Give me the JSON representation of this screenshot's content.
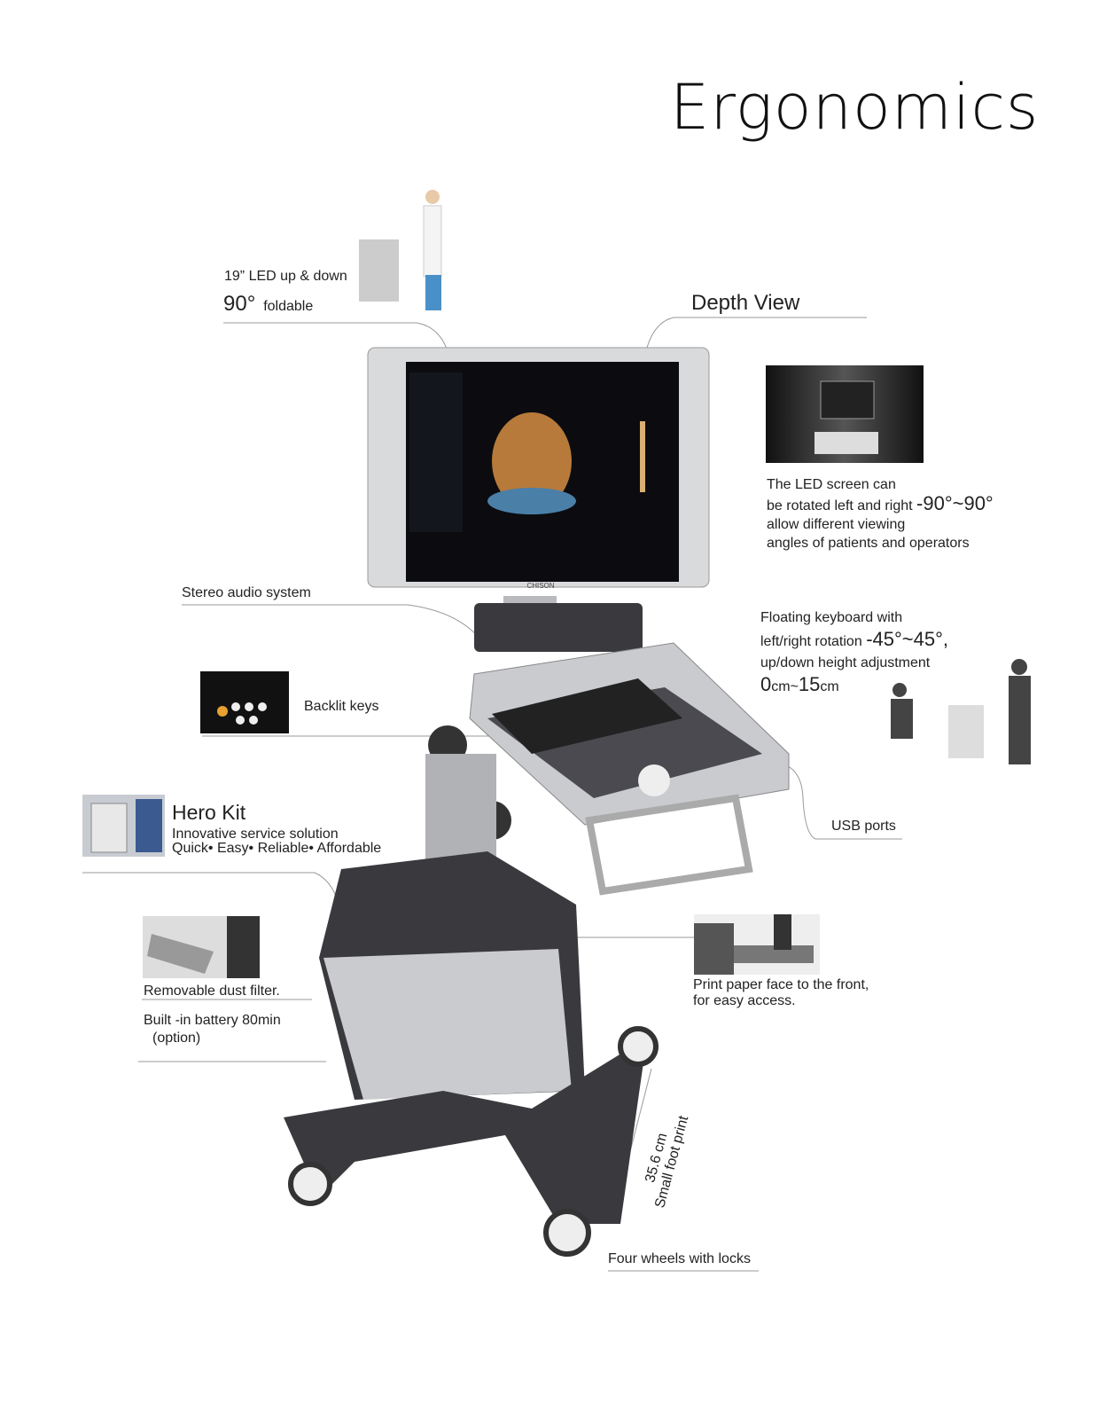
{
  "title": "Ergonomics",
  "led": {
    "line1": "19” LED up & down",
    "deg": "90°",
    "line2": "foldable"
  },
  "depth_view": "Depth View",
  "screen_rotation": {
    "l1": "The LED screen can",
    "l2": "be rotated left and right",
    "range": "-90°~90°",
    "l3": "allow different viewing",
    "l4": "angles of patients and operators"
  },
  "stereo": "Stereo audio system",
  "keyboard": {
    "l1": "Floating keyboard with",
    "l2": "left/right rotation",
    "range": "-45°~45°,",
    "l3": "up/down height adjustment",
    "h0": "0",
    "unit1": "cm",
    "tilde": "~",
    "h1": "15",
    "unit2": "cm"
  },
  "backlit": "Backlit keys",
  "usb": "USB ports",
  "hero": {
    "title": "Hero Kit",
    "l1": "Innovative service solution",
    "l2": "Quick• Easy• Reliable• Affordable"
  },
  "dust": "Removable dust filter.",
  "battery": {
    "l1": "Built -in battery 80min",
    "l2": "(option)"
  },
  "print": {
    "l1": "Print paper face to the front,",
    "l2": "for easy access."
  },
  "footprint": {
    "l1": "35.6 cm",
    "l2": "Small foot print"
  },
  "wheels": "Four wheels with locks",
  "brand_logo": "CHISON",
  "colors": {
    "body": "#3a3a3e",
    "silver": "#c9cbce",
    "screen": "#0c0c10"
  }
}
